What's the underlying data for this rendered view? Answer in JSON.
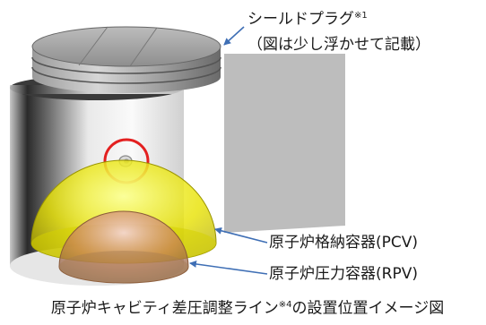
{
  "labels": {
    "shield_plug": "シールドプラグ",
    "shield_plug_mark": "※1",
    "shield_plug_note": "（図は少し浮かせて記載）",
    "pcv": "原子炉格納容器(PCV)",
    "rpv": "原子炉圧力容器(RPV)",
    "caption_a": "原子炉キャビティ差圧調整ライン",
    "caption_mark": "※4",
    "caption_b": "の設置位置イメージ図"
  },
  "colors": {
    "arrow": "#3f6fb5",
    "highlight_circle": "#e32020",
    "pcv_dome": "#e8e200",
    "rpv_dome": "#c87a5a",
    "wall": "#bdbdbd"
  },
  "icons": {
    "penetration": "cavity-line-nozzle-icon"
  }
}
